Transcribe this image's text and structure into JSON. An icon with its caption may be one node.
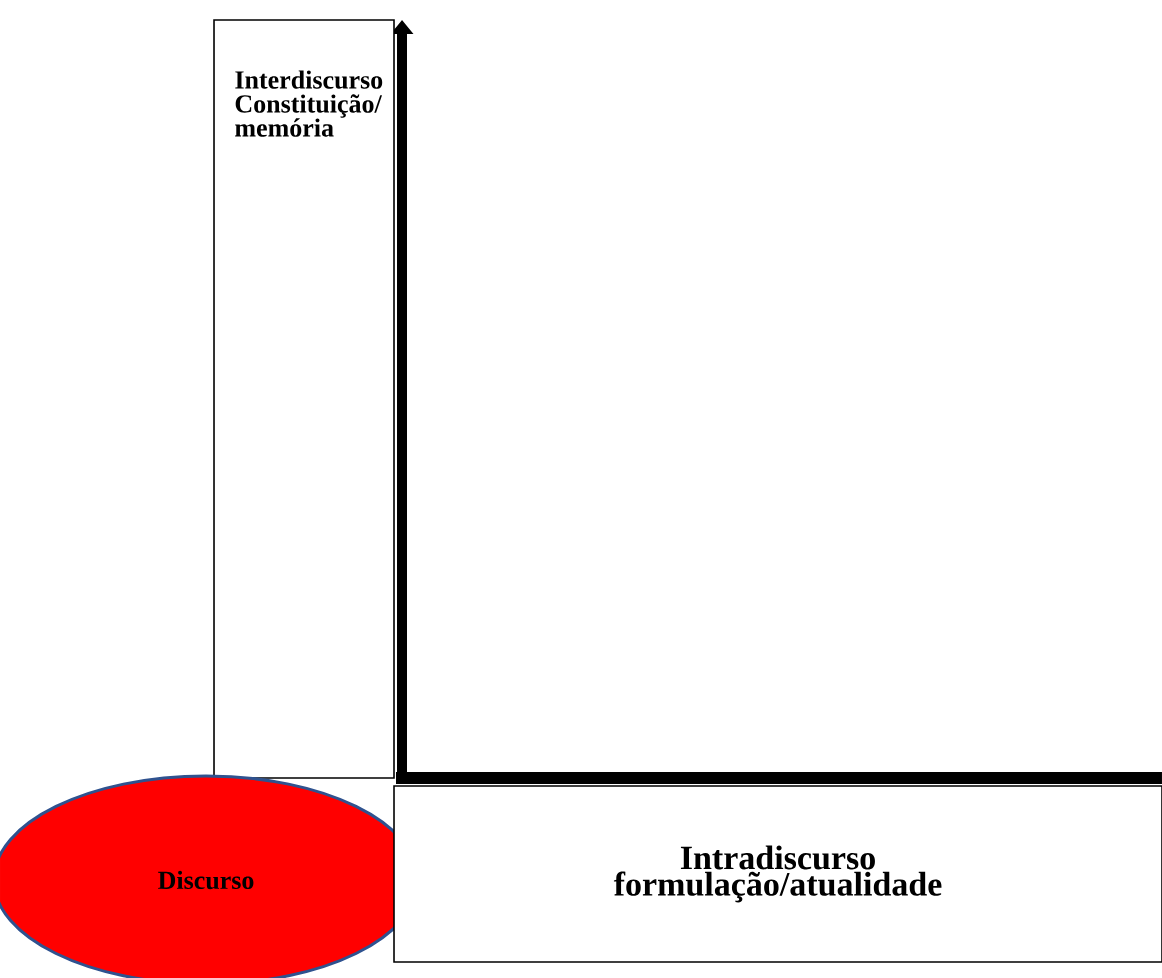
{
  "diagram": {
    "nodes": [
      {
        "text": [
          "Interdiscurso Constituição/memória"
        ]
      },
      {
        "text": [
          "Discurso"
        ]
      },
      {
        "text": [
          "Intradiscurso formulação/atualidade"
        ]
      }
    ]
  }
}
